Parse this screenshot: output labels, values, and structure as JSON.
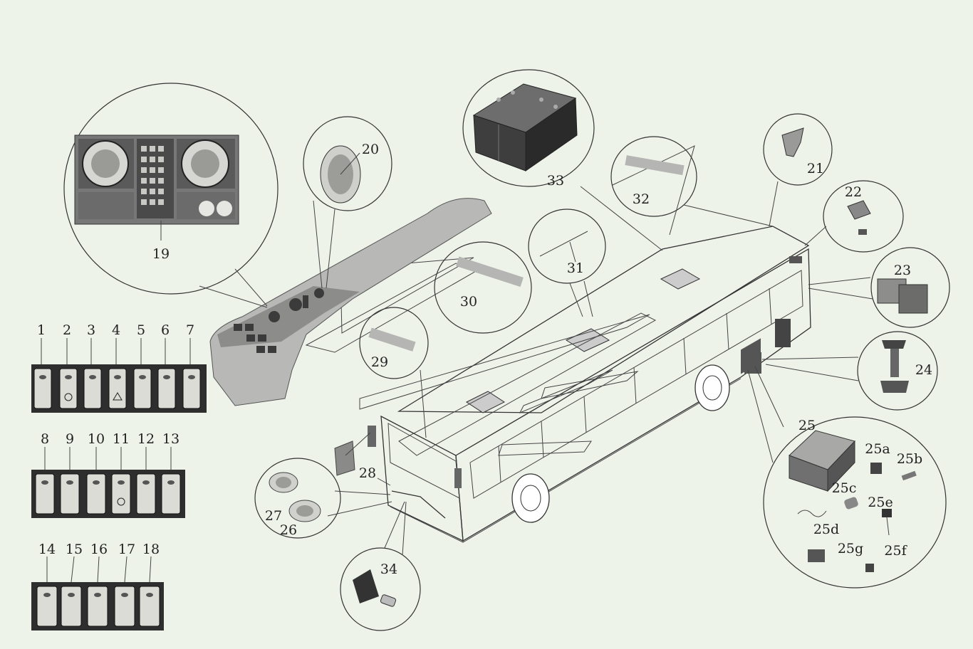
{
  "switch_rows": [
    [
      "1",
      "2",
      "3",
      "4",
      "5",
      "6",
      "7"
    ],
    [
      "8",
      "9",
      "10",
      "11",
      "12",
      "13"
    ],
    [
      "14",
      "15",
      "16",
      "17",
      "18"
    ]
  ],
  "callouts": {
    "c19": "19",
    "c20": "20",
    "c21": "21",
    "c22": "22",
    "c23": "23",
    "c24": "24",
    "c25": "25",
    "c25a": "25a",
    "c25b": "25b",
    "c25c": "25c",
    "c25d": "25d",
    "c25e": "25e",
    "c25f": "25f",
    "c25g": "25g",
    "c26": "26",
    "c27": "27",
    "c28": "28",
    "c29": "29",
    "c30": "30",
    "c31": "31",
    "c32": "32",
    "c33": "33",
    "c34": "34"
  },
  "colors": {
    "background": "#eef3ea",
    "line": "#333333",
    "part_gray": "#9a9a9a",
    "switch_body": "#2e2e2e"
  }
}
